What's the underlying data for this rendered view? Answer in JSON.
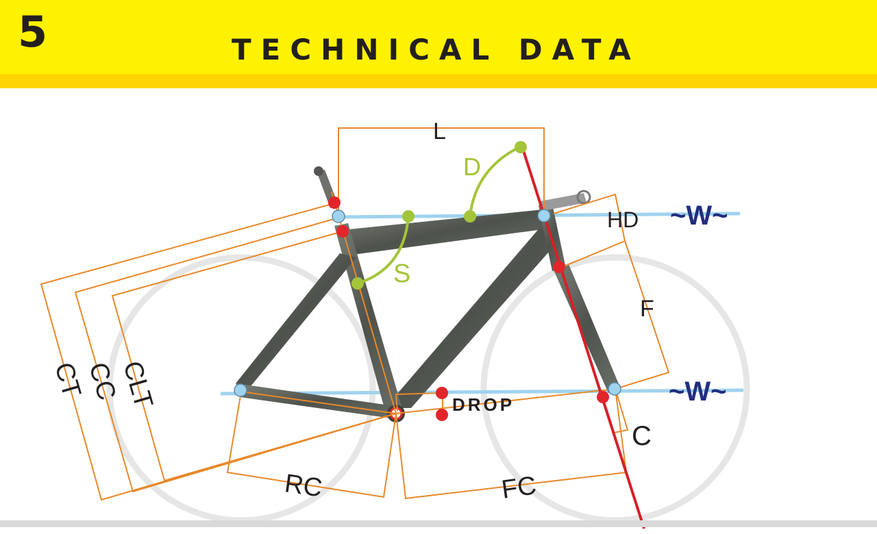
{
  "header": {
    "chapter": "5",
    "title": "TECHNICAL DATA"
  },
  "diagram": {
    "labels": {
      "l": "L",
      "d": "D",
      "s": "S",
      "hd": "HD",
      "w_top": "~W~",
      "w_bottom": "~W~",
      "f": "F",
      "ct": "CT",
      "cc": "CC",
      "clt": "CLT",
      "drop": "DROP",
      "c": "C",
      "rc": "RC",
      "fc": "FC"
    },
    "colors": {
      "header_yellow": "#fff200",
      "header_band": "#ffd400",
      "dimension_orange": "#e8892a",
      "wheel_axis_blue": "#9fd3ee",
      "angle_green": "#a4c43a",
      "steering_axis_red": "#d72027",
      "measure_point_red": "#e1262b",
      "w_label_navy": "#232d7e",
      "frame_carbon": "#5a5f58"
    }
  }
}
